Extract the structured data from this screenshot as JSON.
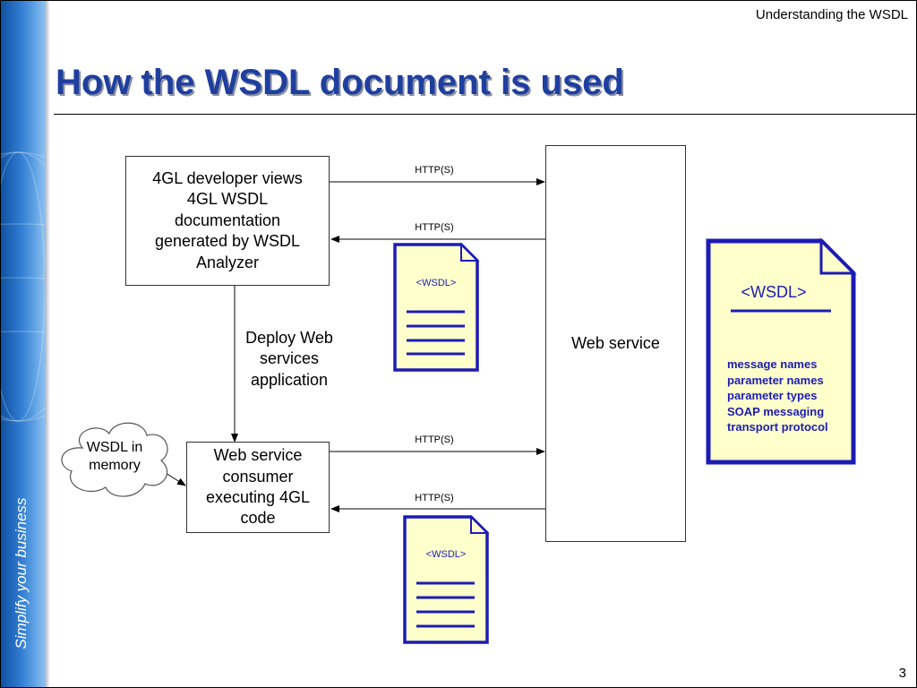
{
  "slide": {
    "header": "Understanding the WSDL",
    "title": "How the WSDL document is used",
    "tagline": "Simplify your business",
    "page_number": "3"
  },
  "diagram": {
    "developer_box": "4GL developer views 4GL WSDL documentation generated by WSDL Analyzer",
    "consumer_box": "Web service consumer executing 4GL code",
    "web_service_box": "Web service",
    "deploy_label": "Deploy Web services application",
    "cloud_label": "WSDL in memory",
    "http_labels": [
      "HTTP(S)",
      "HTTP(S)",
      "HTTP(S)",
      "HTTP(S)"
    ],
    "small_doc_label": "<WSDL>",
    "big_doc": {
      "label": "<WSDL>",
      "items": [
        "message names",
        "parameter names",
        "parameter types",
        "SOAP messaging",
        "transport protocol"
      ]
    }
  },
  "colors": {
    "sidebar": "#2f7bd1",
    "title": "#1f3f9f",
    "doc_fill": "#ffffcc",
    "doc_border": "#1c1cb4"
  }
}
